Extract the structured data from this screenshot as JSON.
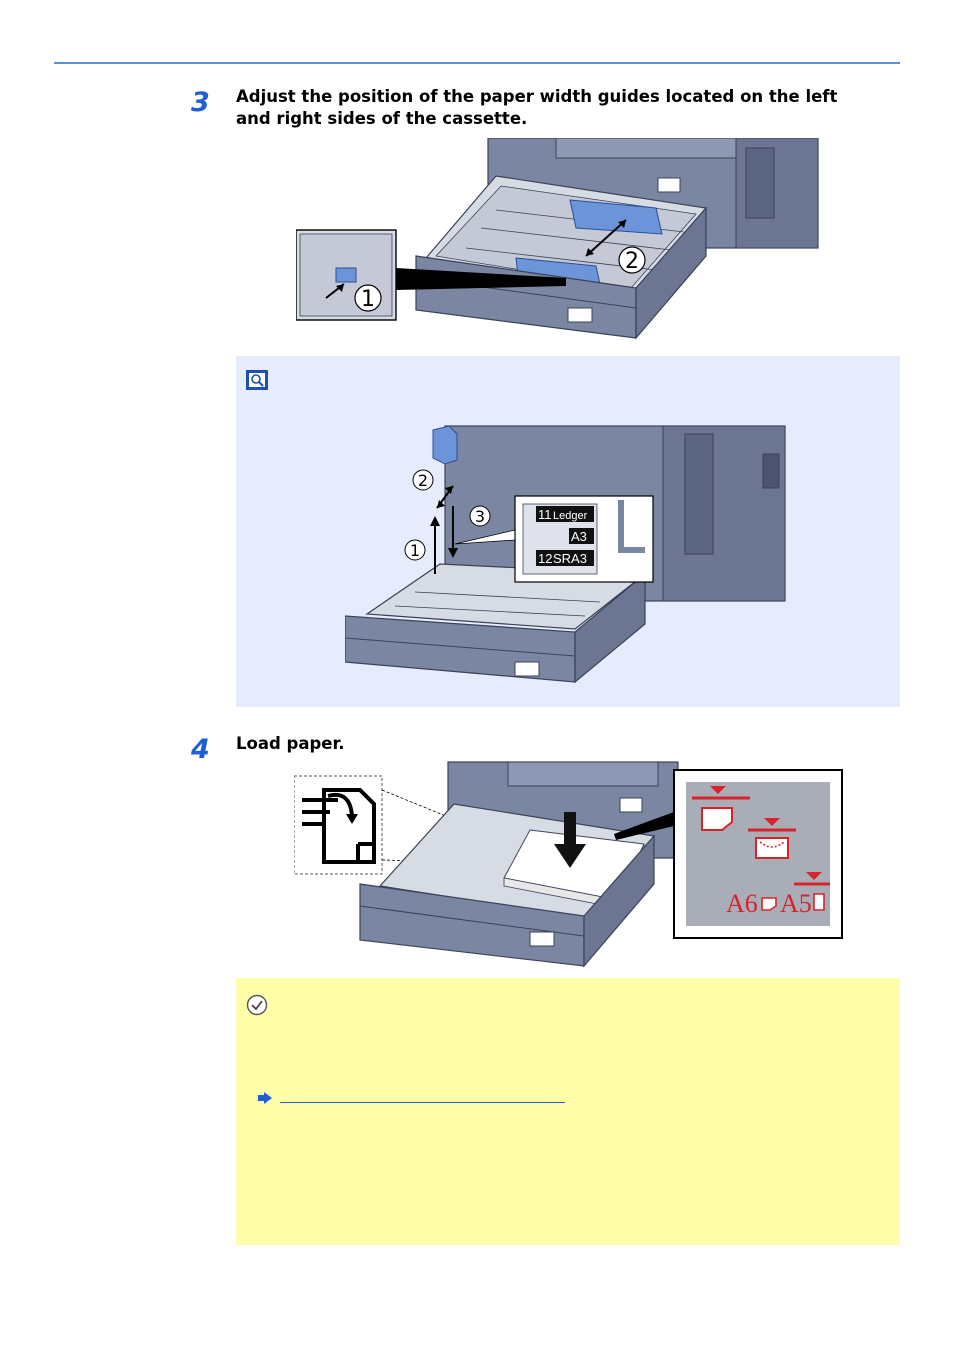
{
  "steps": [
    {
      "number": "3",
      "text_line1": "Adjust the position of the paper width guides located on the left",
      "text_line2": "and right sides of the cassette."
    },
    {
      "number": "4",
      "text": "Load paper."
    }
  ],
  "illustration1": {
    "callout_1": "1",
    "callout_2": "2"
  },
  "note_illustration": {
    "callout_1": "1",
    "callout_2": "2",
    "callout_3": "3",
    "size_labels": {
      "ledger_prefix": "11",
      "ledger_word": "Ledger",
      "a3": "A3",
      "sra3_prefix": "12",
      "sra3_word": "SRA3"
    }
  },
  "illustration3": {
    "marks": {
      "a6": "A6",
      "a5": "A5"
    }
  },
  "colors": {
    "rule": "#5b8fd6",
    "step_number": "#1f5fd6",
    "note_bg": "#e6ecfb",
    "check_bg": "#ffffaa",
    "guide_blue": "#6b95d8",
    "mark_red": "#d8232a"
  }
}
